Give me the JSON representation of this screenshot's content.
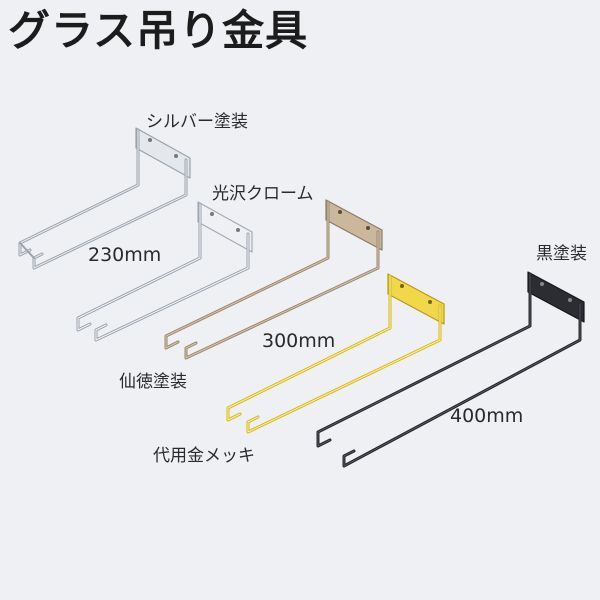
{
  "title": "グラス吊り金具",
  "finishes": [
    {
      "label": "シルバー塗装",
      "color": "#b9bec7"
    },
    {
      "label": "光沢クローム",
      "color": "#c7ccd5"
    },
    {
      "label": "仙徳塗装",
      "color": "#a8957d"
    },
    {
      "label": "代用金メッキ",
      "color": "#e3c533"
    },
    {
      "label": "黒塗装",
      "color": "#2a2b30"
    }
  ],
  "sizes": {
    "s230": "230mm",
    "s300": "300mm",
    "s400": "400mm"
  }
}
